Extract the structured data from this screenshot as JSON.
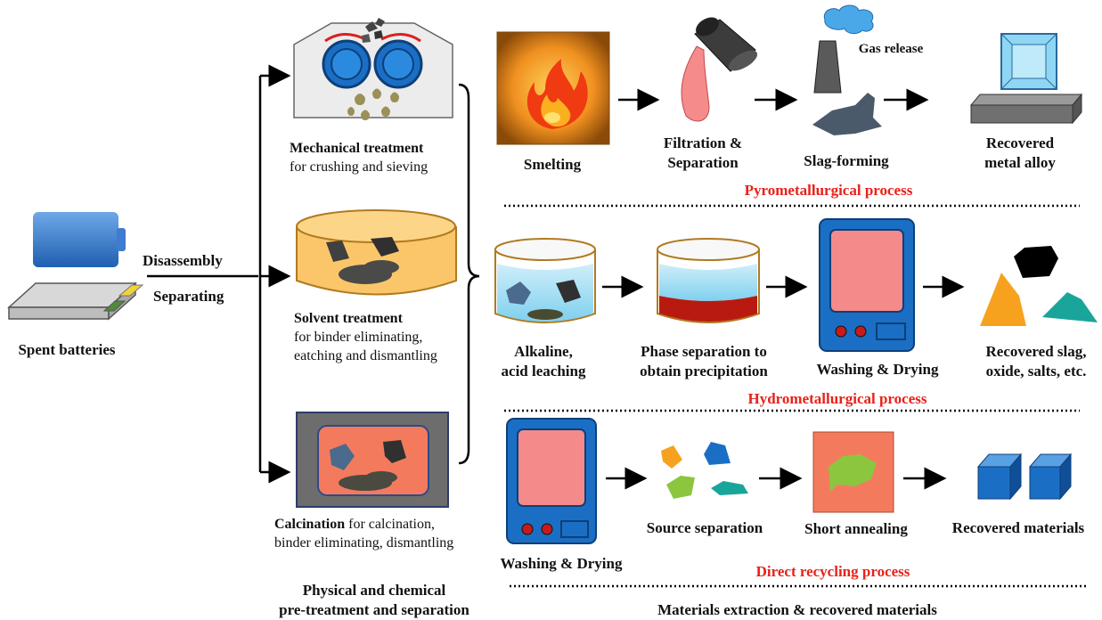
{
  "left": {
    "spent_batteries": "Spent batteries",
    "disassembly": "Disassembly",
    "separating": "Separating"
  },
  "pretreatment": {
    "mechanical_title": "Mechanical treatment",
    "mechanical_desc": "for crushing and sieving",
    "solvent_title": "Solvent treatment",
    "solvent_desc_1": "for binder eliminating,",
    "solvent_desc_2": "eatching and dismantling",
    "calcination_title": "Calcination",
    "calcination_desc_1": " for calcination,",
    "calcination_desc_2": "binder eliminating,  dismantling",
    "footer_1": "Physical and chemical",
    "footer_2": "pre-treatment and separation"
  },
  "pyro": {
    "smelting": "Smelting",
    "filtration_1": "Filtration &",
    "filtration_2": "Separation",
    "gas_release": "Gas release",
    "slag_forming": "Slag-forming",
    "recovered_1": "Recovered",
    "recovered_2": "metal alloy",
    "process": "Pyrometallurgical process"
  },
  "hydro": {
    "leach_1": "Alkaline,",
    "leach_2": "acid leaching",
    "phase_1": "Phase separation to",
    "phase_2": "obtain precipitation",
    "washing": "Washing & Drying",
    "recovered_1": "Recovered slag,",
    "recovered_2": "oxide, salts, etc.",
    "process": "Hydrometallurgical process"
  },
  "direct": {
    "washing": "Washing & Drying",
    "source": "Source separation",
    "annealing": "Short annealing",
    "recovered": "Recovered materials",
    "process": "Direct recycling process"
  },
  "footer_right": "Materials extraction & recovered materials",
  "colors": {
    "accent_red": "#e8211a",
    "blue": "#1a6fc4",
    "orange": "#f7931e",
    "teal": "#1aa59a",
    "salmon": "#f47a5e"
  }
}
